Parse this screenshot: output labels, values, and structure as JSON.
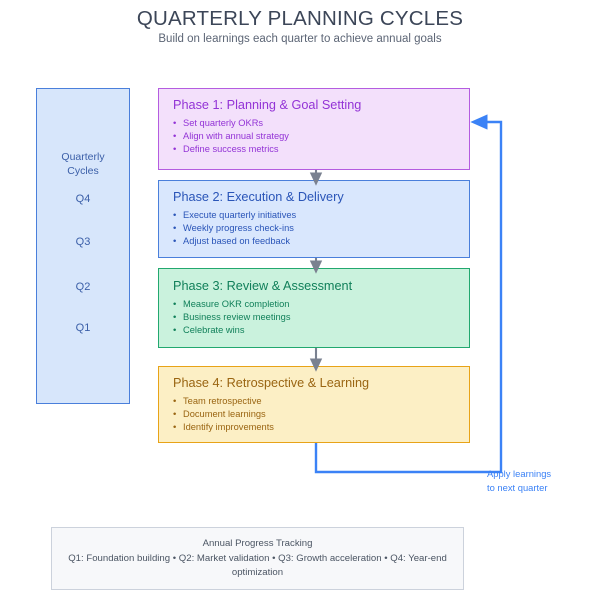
{
  "header": {
    "title": "QUARTERLY PLANNING CYCLES",
    "subtitle": "Build on learnings each quarter to achieve annual goals"
  },
  "sidebar": {
    "title": "Quarterly\nCycles",
    "title_line1": "Quarterly",
    "title_line2": "Cycles",
    "quarters": [
      {
        "label": "Q4"
      },
      {
        "label": "Q3"
      },
      {
        "label": "Q2"
      },
      {
        "label": "Q1"
      }
    ],
    "fill_color": "#d7e6fb",
    "border_color": "#4a7fdb",
    "text_color": "#3b5fa8"
  },
  "phases": [
    {
      "title": "Phase 1: Planning & Goal Setting",
      "bullets": [
        "Set quarterly OKRs",
        "Align with annual strategy",
        "Define success metrics"
      ],
      "fill_color": "#f3e0fb",
      "border_color": "#b45ce0",
      "text_color": "#9333d6"
    },
    {
      "title": "Phase 2: Execution & Delivery",
      "bullets": [
        "Execute quarterly initiatives",
        "Weekly progress check-ins",
        "Adjust based on feedback"
      ],
      "fill_color": "#d9e7fd",
      "border_color": "#4a7fdb",
      "text_color": "#2a55b8"
    },
    {
      "title": "Phase 3: Review & Assessment",
      "bullets": [
        "Measure OKR completion",
        "Business review meetings",
        "Celebrate wins"
      ],
      "fill_color": "#caf2dd",
      "border_color": "#22a86f",
      "text_color": "#11805a"
    },
    {
      "title": "Phase 4: Retrospective & Learning",
      "bullets": [
        "Team retrospective",
        "Document learnings",
        "Identify improvements"
      ],
      "fill_color": "#fcefc5",
      "border_color": "#e8a317",
      "text_color": "#9a6512"
    }
  ],
  "feedback_loop": {
    "label_line1": "Apply learnings",
    "label_line2": "to next quarter",
    "color": "#3b82f6"
  },
  "connectors": {
    "color": "#7a8190"
  },
  "footer": {
    "title": "Annual Progress Tracking",
    "detail": "Q1: Foundation building • Q2: Market validation • Q3: Growth acceleration • Q4: Year-end optimization",
    "border_color": "#ccd2dc",
    "fill_color": "#f7f8fa"
  }
}
